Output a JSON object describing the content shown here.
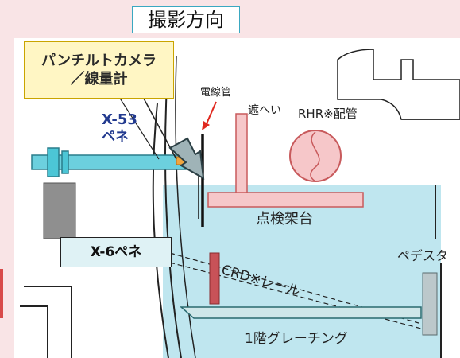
{
  "labels": {
    "shooting_direction": "撮影方向",
    "camera_line1": "パンチルトカメラ",
    "camera_line2": "／線量計",
    "x53_line1": "X-53",
    "x53_line2": "ペネ",
    "conduit": "電線管",
    "shield": "遮へい",
    "rhr_pipe": "RHR※配管",
    "inspection_platform": "点検架台",
    "x6_pene": "X-6ペネ",
    "pedestal": "ペデスタ",
    "crd_rail": "CRD※レール",
    "grating": "1階グレーチング"
  },
  "colors": {
    "water": "#bfe6ef",
    "background": "#f9e4e6",
    "arrow": "#e0281e",
    "pipe_red": "#d84a4a",
    "pen_cyan": "#4cc6d6"
  }
}
